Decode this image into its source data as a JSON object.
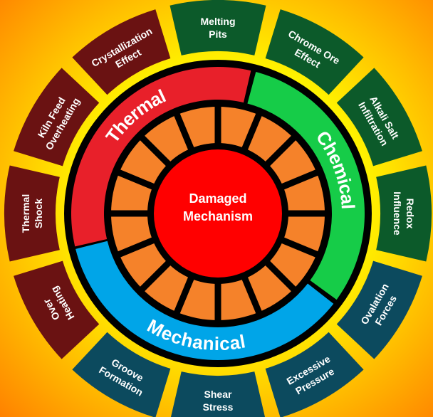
{
  "center": {
    "line1": "Damaged",
    "line2": "Mechanism"
  },
  "categories": [
    {
      "label": "Thermal",
      "color": "#e8202a"
    },
    {
      "label": "Chemical",
      "color": "#16cc48"
    },
    {
      "label": "Mechanical",
      "color": "#00a5e8"
    }
  ],
  "factors": [
    {
      "lines": [
        "Melting",
        "Pits"
      ],
      "group": "Chemical",
      "color": "#0c5a2a"
    },
    {
      "lines": [
        "Chrome Ore",
        "Effect"
      ],
      "group": "Chemical",
      "color": "#0c5a2a"
    },
    {
      "lines": [
        "Alkali Salt",
        "Infiltration"
      ],
      "group": "Chemical",
      "color": "#0c5a2a"
    },
    {
      "lines": [
        "Redox",
        "Influence"
      ],
      "group": "Chemical",
      "color": "#0c5a2a"
    },
    {
      "lines": [
        "Ovalation",
        "Forces"
      ],
      "group": "Mechanical",
      "color": "#0c4a5e"
    },
    {
      "lines": [
        "Excessive",
        "Pressure"
      ],
      "group": "Mechanical",
      "color": "#0c4a5e"
    },
    {
      "lines": [
        "Shear",
        "Stress"
      ],
      "group": "Mechanical",
      "color": "#0c4a5e"
    },
    {
      "lines": [
        "Groove",
        "Formation"
      ],
      "group": "Mechanical",
      "color": "#0c4a5e"
    },
    {
      "lines": [
        "Over",
        "Heating"
      ],
      "group": "Thermal",
      "color": "#6a1212"
    },
    {
      "lines": [
        "Thermal",
        "Shock"
      ],
      "group": "Thermal",
      "color": "#6a1212"
    },
    {
      "lines": [
        "Kiln Feed",
        "Overheating"
      ],
      "group": "Thermal",
      "color": "#6a1212"
    },
    {
      "lines": [
        "Crystallization",
        "Effect"
      ],
      "group": "Thermal",
      "color": "#6a1212"
    }
  ],
  "colors": {
    "orange_cell": "#f5822a",
    "center": "#ff0000",
    "ring": "#000000"
  }
}
